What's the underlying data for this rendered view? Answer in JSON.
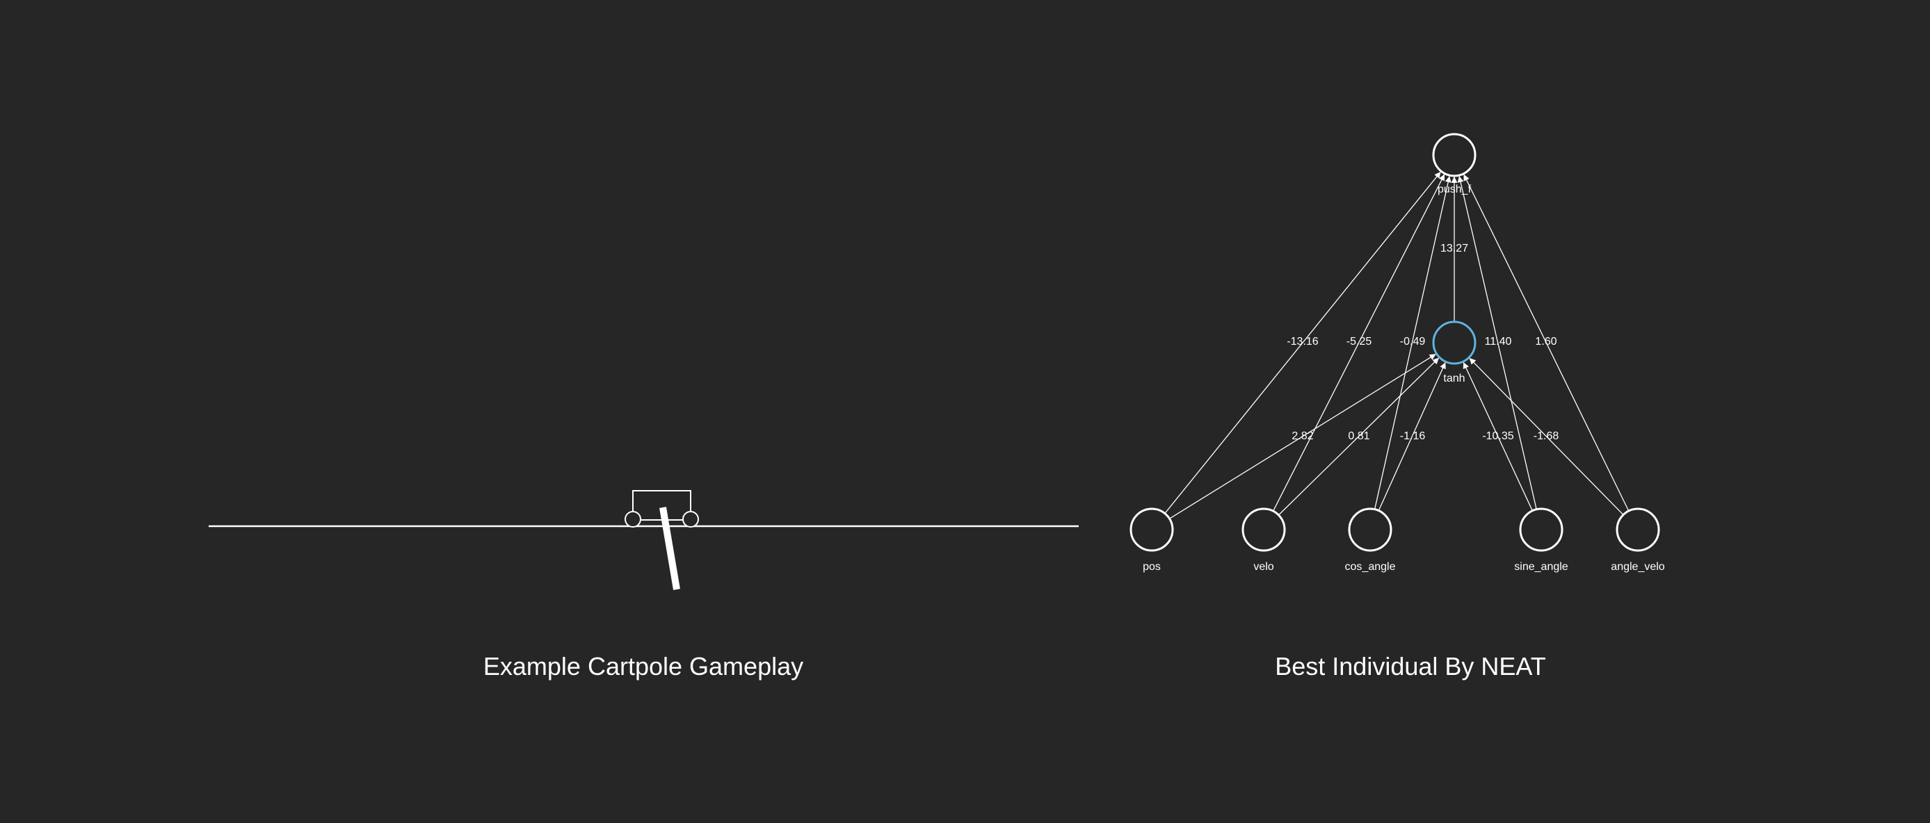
{
  "panels": {
    "left_caption": "Example Cartpole Gameplay",
    "right_caption": "Best Individual By NEAT"
  },
  "colors": {
    "background": "#262626",
    "foreground": "#ffffff",
    "hidden_node": "#5fb4e0"
  },
  "network": {
    "nodes": {
      "output": "push_f",
      "hidden": "tanh",
      "inputs": [
        "pos",
        "velo",
        "cos_angle",
        "sine_angle",
        "angle_velo"
      ]
    },
    "edges": [
      {
        "from": "hidden",
        "to": "output",
        "weight": "13.27"
      },
      {
        "from": "pos",
        "to": "output",
        "weight": "-13.16"
      },
      {
        "from": "velo",
        "to": "output",
        "weight": "-5.25"
      },
      {
        "from": "cos_angle",
        "to": "output",
        "weight": "-0.49"
      },
      {
        "from": "sine_angle",
        "to": "output",
        "weight": "11.40"
      },
      {
        "from": "angle_velo",
        "to": "output",
        "weight": "1.60"
      },
      {
        "from": "pos",
        "to": "hidden",
        "weight": "2.82"
      },
      {
        "from": "velo",
        "to": "hidden",
        "weight": "0.81"
      },
      {
        "from": "cos_angle",
        "to": "hidden",
        "weight": "-1.16"
      },
      {
        "from": "sine_angle",
        "to": "hidden",
        "weight": "-10.35"
      },
      {
        "from": "angle_velo",
        "to": "hidden",
        "weight": "-1.68"
      }
    ]
  }
}
